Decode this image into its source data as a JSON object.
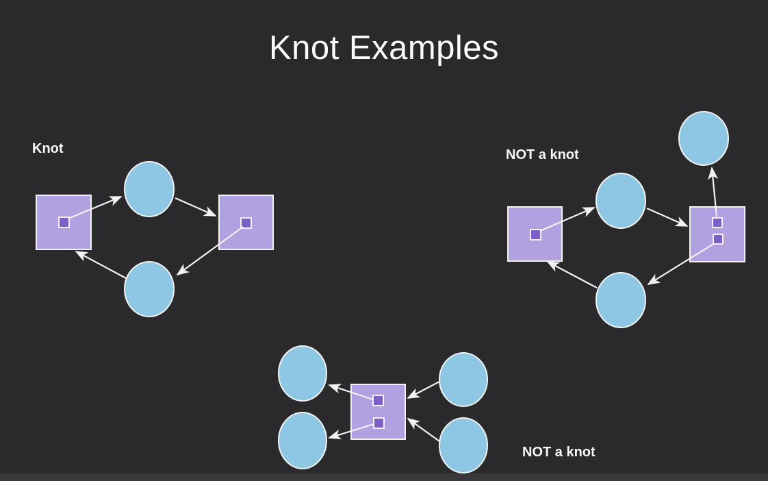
{
  "title": "Knot Examples",
  "diagrams": [
    {
      "label": "Knot",
      "structure": {
        "squares": 2,
        "circles": 2,
        "ports": 2,
        "edges": [
          "left-square -> top-circle",
          "top-circle -> right-square",
          "right-square -> bottom-circle",
          "bottom-circle -> left-square"
        ]
      }
    },
    {
      "label": "NOT a knot",
      "structure": {
        "squares": 2,
        "circles": 3,
        "ports": 3,
        "edges": [
          "left-square -> top-circle",
          "top-circle -> right-square",
          "right-square -> upper-right-circle",
          "right-square -> bottom-circle",
          "bottom-circle -> left-square"
        ]
      }
    },
    {
      "label": "NOT a knot",
      "structure": {
        "squares": 1,
        "circles": 4,
        "ports": 2,
        "edges": [
          "square -> top-left-circle",
          "square -> bottom-left-circle",
          "top-right-circle -> square",
          "bottom-right-circle -> square"
        ]
      }
    }
  ],
  "colors": {
    "background": "#2a292b",
    "bottom_strip": "#38373a",
    "circle_fill": "#8ec7e3",
    "square_fill": "#b2a1e0",
    "port_fill": "#7c5fc7",
    "outline_and_arrows": "#f2f2f2",
    "text": "#f7f7f7"
  }
}
